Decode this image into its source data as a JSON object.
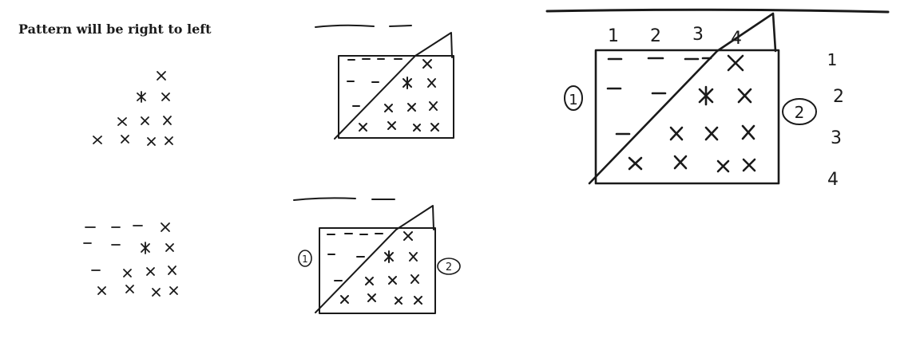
{
  "heading": "Pattern will be right to left",
  "colors": {
    "ink": "#1a1a1a",
    "background": "#ffffff"
  },
  "grid_size": 4,
  "pattern_rows": [
    {
      "row": 1,
      "dashes": 3,
      "marks": [
        "x"
      ]
    },
    {
      "row": 2,
      "dashes": 2,
      "marks": [
        "*",
        "x"
      ]
    },
    {
      "row": 3,
      "dashes": 1,
      "marks": [
        "x",
        "x",
        "x"
      ]
    },
    {
      "row": 4,
      "dashes": 0,
      "marks": [
        "x",
        "x",
        "x",
        "x"
      ]
    }
  ],
  "labels": {
    "region_one": "1",
    "region_two": "2",
    "column_numbers": [
      "1",
      "2",
      "3",
      "4"
    ],
    "row_numbers": [
      "1",
      "2",
      "3",
      "4"
    ]
  }
}
